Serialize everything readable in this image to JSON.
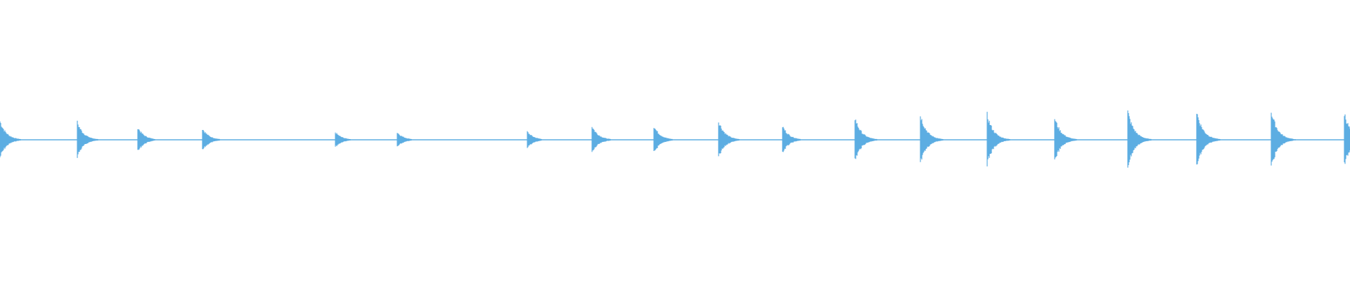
{
  "waveform": {
    "color": "#5dade2",
    "background": "#ffffff",
    "transient_peak_amplitudes": [
      0.15,
      0.14,
      0.1,
      0.09,
      0.06,
      0.06,
      0.065,
      0.11,
      0.11,
      0.15,
      0.11,
      0.175,
      0.2,
      0.2,
      0.175,
      0.225,
      0.225,
      0.23,
      0.215
    ]
  }
}
